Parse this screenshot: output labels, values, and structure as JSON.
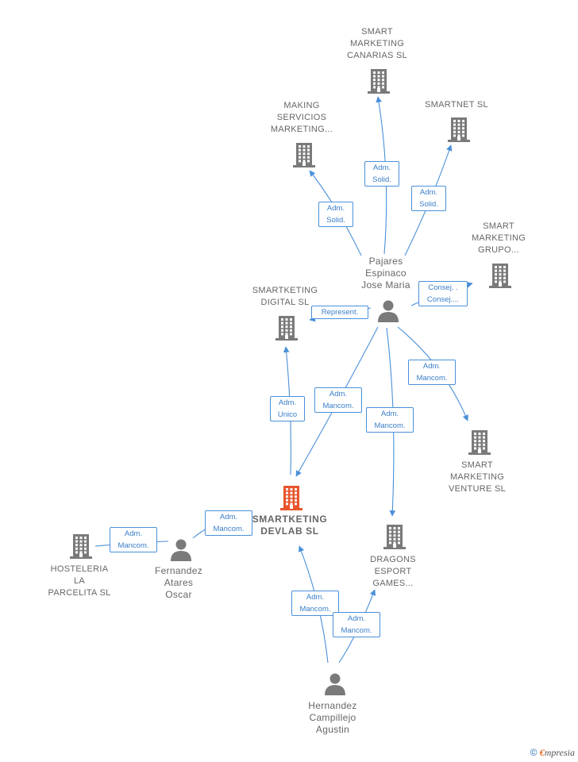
{
  "colors": {
    "edge": "#4a90d9",
    "building": "#7a7a7a",
    "main_building": "#e8552c",
    "person": "#7a7a7a"
  },
  "nodes": {
    "smart_marketing_canarias": {
      "kind": "company",
      "lines": [
        "SMART",
        "MARKETING",
        "CANARIAS  SL"
      ]
    },
    "making_servicios": {
      "kind": "company",
      "lines": [
        "MAKING",
        "SERVICIOS",
        "MARKETING..."
      ]
    },
    "smartnet": {
      "kind": "company",
      "lines": [
        "SMARTNET SL"
      ]
    },
    "smart_marketing_grupo": {
      "kind": "company",
      "lines": [
        "SMART",
        "MARKETING",
        "GRUPO..."
      ]
    },
    "pajares": {
      "kind": "person",
      "lines": [
        "Pajares",
        "Espinaco",
        "Jose Maria"
      ]
    },
    "smartketing_digital": {
      "kind": "company",
      "lines": [
        "SMARTKETING",
        "DIGITAL  SL"
      ]
    },
    "smart_marketing_venture": {
      "kind": "company",
      "lines": [
        "SMART",
        "MARKETING",
        "VENTURE  SL"
      ]
    },
    "smartketing_devlab": {
      "kind": "main",
      "lines": [
        "SMARTKETING",
        "DEVLAB  SL"
      ]
    },
    "dragons_esport": {
      "kind": "company",
      "lines": [
        "DRAGONS",
        "ESPORT",
        "GAMES..."
      ]
    },
    "hosteleria": {
      "kind": "company",
      "lines": [
        "HOSTELERIA",
        "LA",
        "PARCELITA SL"
      ]
    },
    "fernandez": {
      "kind": "person",
      "lines": [
        "Fernandez",
        "Atares",
        "Oscar"
      ]
    },
    "hernandez": {
      "kind": "person",
      "lines": [
        "Hernandez",
        "Campillejo",
        "Agustin"
      ]
    }
  },
  "edges": {
    "e1": {
      "lines": [
        "Adm.",
        "Solid."
      ]
    },
    "e2": {
      "lines": [
        "Adm.",
        "Solid."
      ]
    },
    "e3": {
      "lines": [
        "Adm.",
        "Solid."
      ]
    },
    "e4": {
      "lines": [
        "Consej. .",
        "Consej...."
      ]
    },
    "e5": {
      "lines": [
        "Represent."
      ]
    },
    "e6": {
      "lines": [
        "Adm.",
        "Mancom."
      ]
    },
    "e7": {
      "lines": [
        "Adm.",
        "Mancom."
      ]
    },
    "e8": {
      "lines": [
        "Adm.",
        "Mancom."
      ]
    },
    "e9": {
      "lines": [
        "Adm.",
        "Unico"
      ]
    },
    "e10": {
      "lines": [
        "Adm.",
        "Mancom."
      ]
    },
    "e11": {
      "lines": [
        "Adm.",
        "Mancom."
      ]
    },
    "e12": {
      "lines": [
        "Adm.",
        "Mancom."
      ]
    },
    "e13": {
      "lines": [
        "Adm.",
        "Mancom."
      ]
    }
  },
  "footer": {
    "symbol": "©",
    "brand_initial": "€",
    "brand_rest": "mpresia"
  }
}
